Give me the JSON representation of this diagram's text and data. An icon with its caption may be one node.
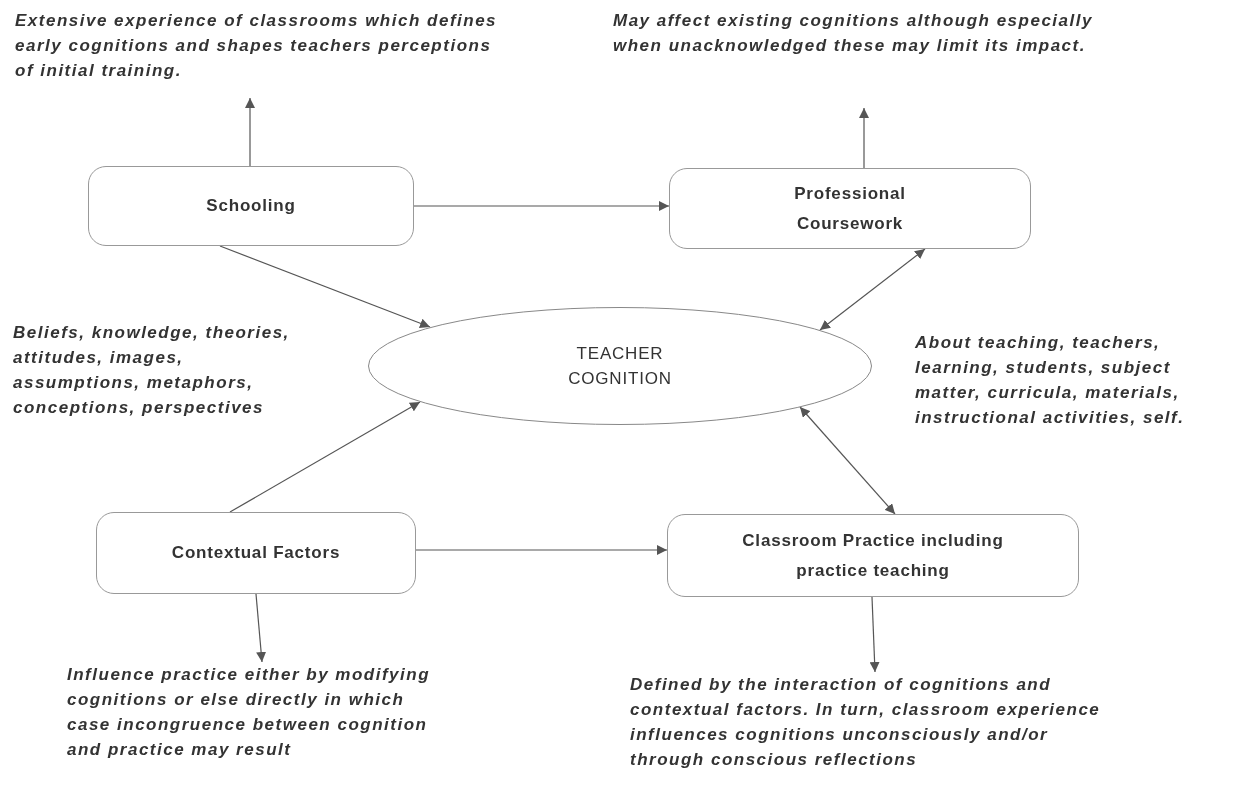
{
  "diagram": {
    "nodes": [
      {
        "text": [
          "Extensive experience of classrooms which defines early cognitions and shapes teachers perceptions of initial training."
        ]
      },
      {
        "text": [
          "May affect existing cognitions although especially when unacknowledged these may limit its impact."
        ]
      },
      {
        "text": [
          "Schooling"
        ]
      },
      {
        "text": [
          "Professional Coursework"
        ]
      },
      {
        "text": [
          "TEACHER COGNITION"
        ]
      },
      {
        "text": [
          "Contextual Factors"
        ]
      },
      {
        "text": [
          "Classroom Practice including practice teaching"
        ]
      },
      {
        "text": [
          "Influence practice either by modifying cognitions or else directly in which case incongruence between cognition and practice may result"
        ]
      },
      {
        "text": [
          "Defined by the interaction of cognitions and contextual factors. In turn, classroom experience influences cognitions unconsciously and/or through conscious reflections"
        ]
      }
    ],
    "edges": [
      {
        "from": 2,
        "to": 0,
        "arrow": "to"
      },
      {
        "from": 3,
        "to": 1,
        "arrow": "to"
      },
      {
        "from": 2,
        "to": 3,
        "arrow": "to"
      },
      {
        "from": 2,
        "to": 4,
        "arrow": "to"
      },
      {
        "from": 4,
        "to": 3,
        "arrow": "both"
      },
      {
        "from": 5,
        "to": 4,
        "arrow": "to"
      },
      {
        "from": 4,
        "to": 6,
        "arrow": "both"
      },
      {
        "from": 5,
        "to": 6,
        "arrow": "to"
      },
      {
        "from": 5,
        "to": 7,
        "arrow": "to"
      },
      {
        "from": 6,
        "to": 8,
        "arrow": "to"
      }
    ],
    "labels": [
      "Beliefs, knowledge, theories, attitudes, images, assumptions, metaphors, conceptions, perspectives",
      "About teaching, teachers, learning, students, subject matter, curricula, materials, instructional activities, self."
    ]
  }
}
